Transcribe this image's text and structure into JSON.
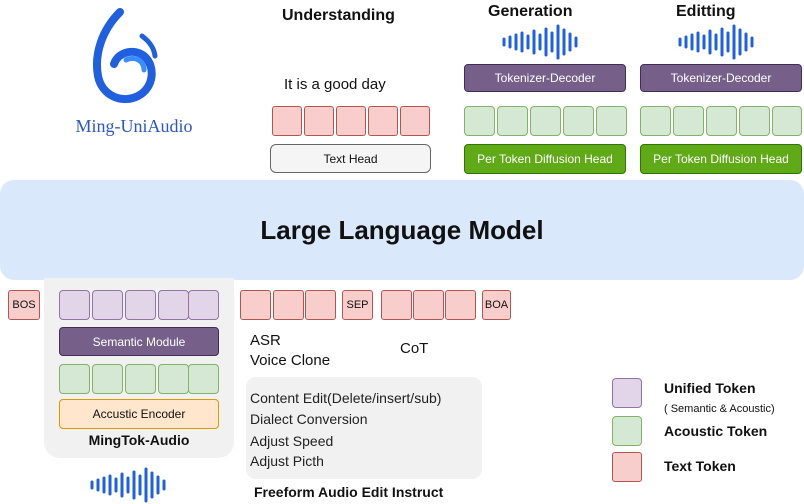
{
  "brand": {
    "name": "Ming-UniAudio",
    "accent": "#1f5fe0"
  },
  "headers": {
    "understanding": "Understanding",
    "generation": "Generation",
    "editing": "Editting"
  },
  "understanding": {
    "sample_text": "It is  a good day",
    "head": "Text Head"
  },
  "generation": {
    "decoder": "Tokenizer-Decoder",
    "head": "Per Token Diffusion Head"
  },
  "editing": {
    "decoder": "Tokenizer-Decoder",
    "head": "Per Token Diffusion Head"
  },
  "llm": {
    "label": "Large Language Model"
  },
  "sequence": {
    "bos": "BOS",
    "sep": "SEP",
    "boa": "BOA",
    "cot": "CoT",
    "tasks": [
      "ASR",
      "Voice Clone"
    ]
  },
  "tokenizer": {
    "semantic": "Semantic Module",
    "encoder": "Accustic Encoder",
    "name": "MingTok-Audio"
  },
  "edit_instructions": {
    "items": [
      "Content Edit(Delete/insert/sub)",
      "Dialect Conversion",
      "Adjust Speed",
      "Adjust Picth"
    ],
    "title": "Freeform Audio Edit Instruct"
  },
  "legend": {
    "unified": "Unified Token",
    "unified_sub": "( Semantic & Acoustic)",
    "acoustic": "Acoustic Token",
    "text": "Text Token"
  },
  "colors": {
    "text_token": "#f8cecc",
    "acoustic_token": "#d5e8d4",
    "unified_token": "#e1d5e7",
    "llm_band": "#dae8fc",
    "decoder": "#76608a",
    "diffusion_head": "#60a917",
    "wave": "#1f5fe0"
  }
}
